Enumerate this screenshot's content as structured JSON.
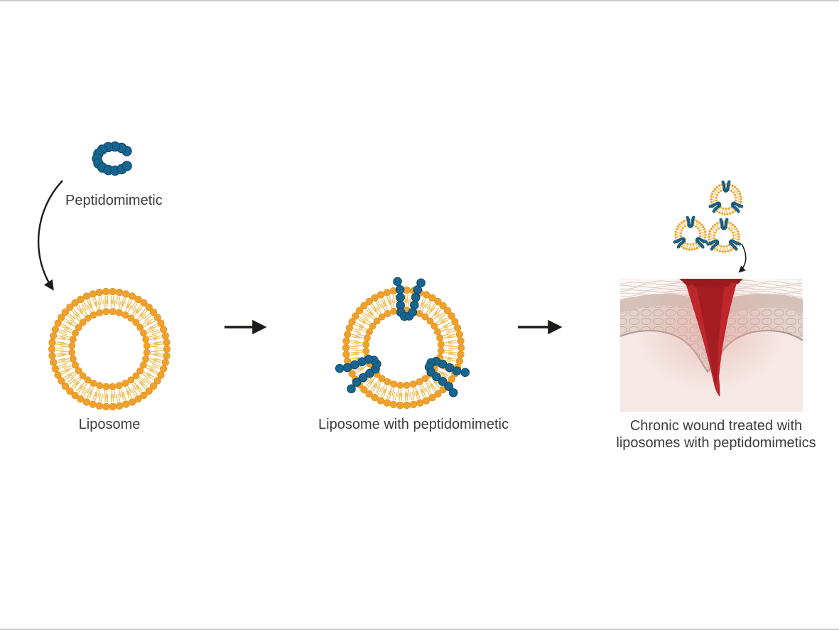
{
  "figure": {
    "type": "scientific-diagram",
    "labels": {
      "peptidomimetic": "Peptidomimetic",
      "liposome": "Liposome",
      "liposome_with_peptidomimetic": "Liposome with peptidomimetic",
      "wound_caption_line1": "Chronic wound treated with",
      "wound_caption_line2": "liposomes with peptidomimetics"
    },
    "icons": {
      "peptidomimetic": "peptidomimetic-icon",
      "liposome": "liposome-icon",
      "liposome_with_peptidomimetic": "liposome-with-peptidomimetic-icon",
      "small_liposomes": "small-liposome-icon",
      "chronic_wound": "chronic-wound-icon",
      "curved_arrow_down": "curved-down-arrow-icon",
      "right_arrow": "right-arrow-icon",
      "arrow_into_wound": "curved-into-wound-arrow-icon"
    },
    "colors": {
      "peptide_blue": "#17668f",
      "peptide_blue_stroke": "#0d4a6e",
      "lipid_orange": "#efa12d",
      "lipid_orange_stroke": "#e08f15",
      "lipid_tail": "#f0bd55",
      "arrow_black": "#1c1c1a",
      "text": "#3c3c3c",
      "border_gray": "#cdcdcd",
      "wound_red": "#bf262c",
      "wound_red_dark": "#9a1b1f",
      "wound_glow": "#e4aba1",
      "skin_corneum": "#fbf7f5",
      "skin_corneum_line": "#d8c7c1",
      "skin_beige": "#d5c1b8",
      "skin_cell_fill": "#e3d1ca",
      "skin_cell_line": "#b79e95",
      "skin_cell_edge": "#b1968d",
      "skin_dermis": "#f5e8e5"
    }
  }
}
